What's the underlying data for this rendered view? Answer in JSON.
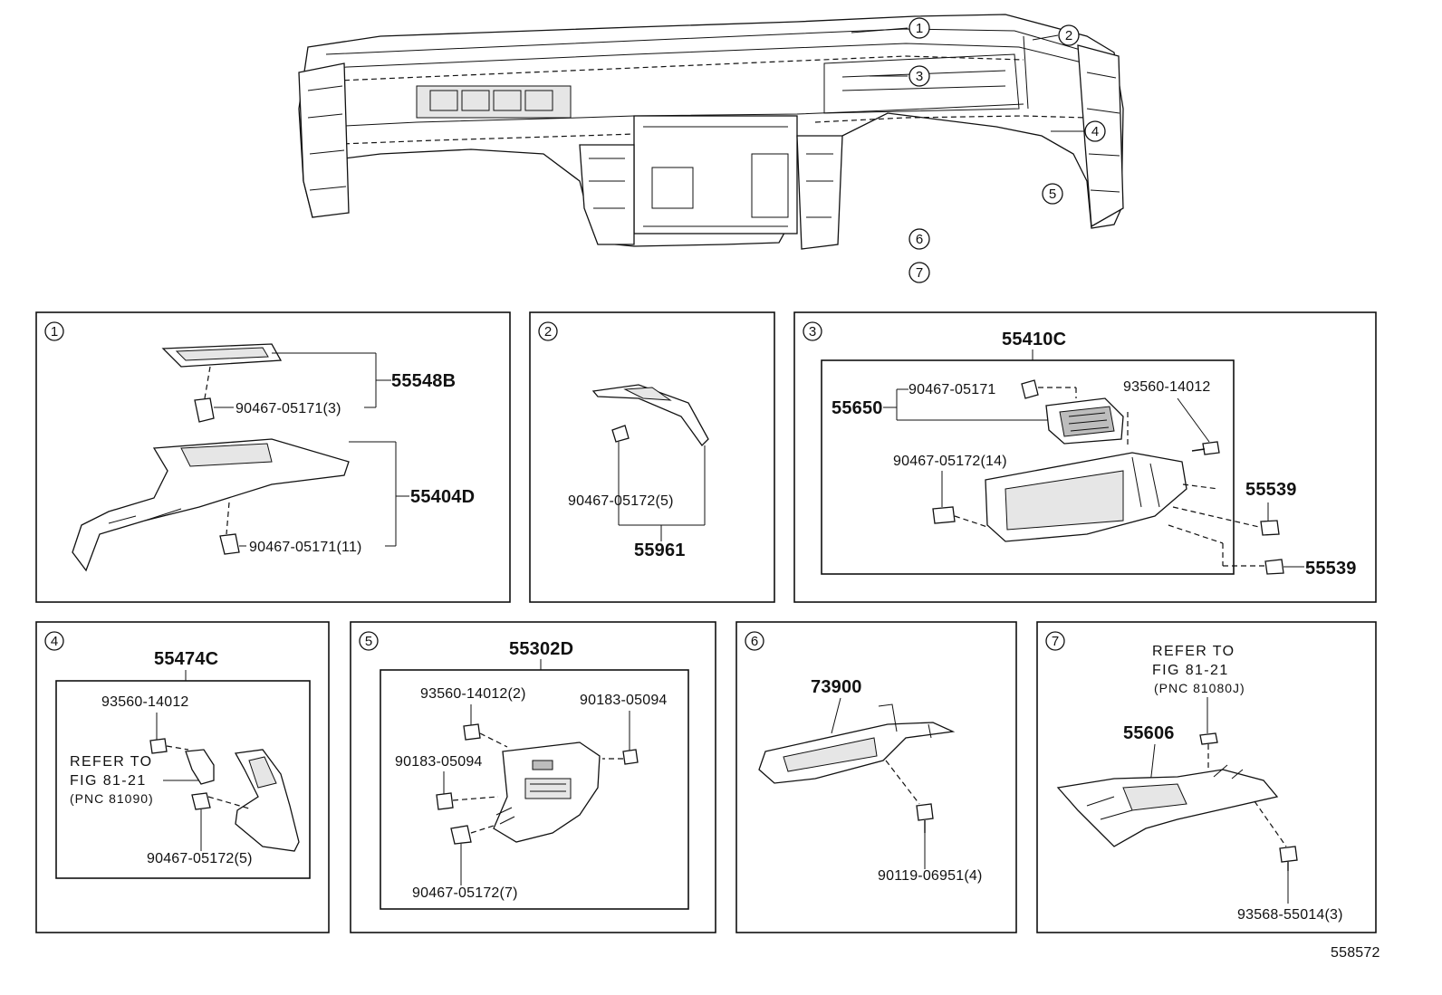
{
  "diagram_id": "558572",
  "top_callouts": [
    "1",
    "2",
    "3",
    "4",
    "5",
    "6",
    "7"
  ],
  "panels": [
    {
      "num": "1",
      "parts": {
        "p55548B": "55548B",
        "c1": "90467-05171(3)",
        "p55404D": "55404D",
        "c2": "90467-05171(11)"
      }
    },
    {
      "num": "2",
      "parts": {
        "c1": "90467-05172(5)",
        "p55961": "55961"
      }
    },
    {
      "num": "3",
      "parts": {
        "p55410C": "55410C",
        "p55650": "55650",
        "c1": "90467-05171",
        "bolt": "93560-14012",
        "c2": "90467-05172(14)",
        "p55539a": "55539",
        "p55539b": "55539"
      }
    },
    {
      "num": "4",
      "parts": {
        "p55474C": "55474C",
        "bolt": "93560-14012",
        "ref1": "REFER TO",
        "ref2": "FIG 81-21",
        "ref3": "(PNC 81090)",
        "c1": "90467-05172(5)"
      }
    },
    {
      "num": "5",
      "parts": {
        "p55302D": "55302D",
        "bolt": "93560-14012(2)",
        "n1": "90183-05094",
        "n2": "90183-05094",
        "c1": "90467-05172(7)"
      }
    },
    {
      "num": "6",
      "parts": {
        "p73900": "73900",
        "bolt": "90119-06951(4)"
      }
    },
    {
      "num": "7",
      "parts": {
        "ref1": "REFER TO",
        "ref2": "FIG 81-21",
        "ref3": "(PNC 81080J)",
        "p55606": "55606",
        "bolt": "93568-55014(3)"
      }
    }
  ]
}
